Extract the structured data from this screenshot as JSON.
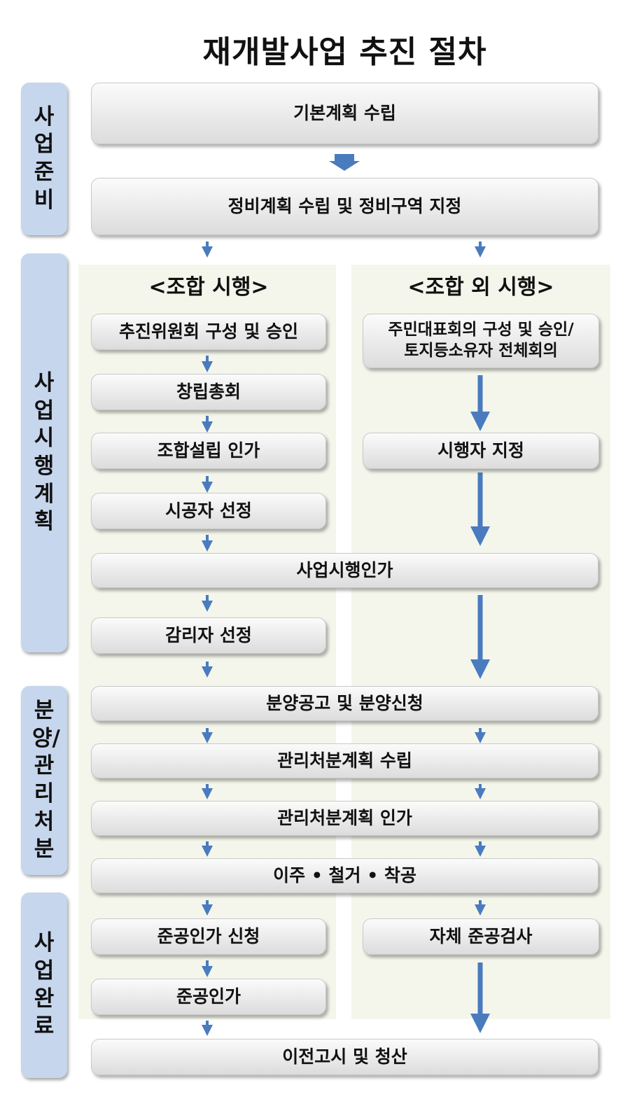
{
  "title": "재개발사업 추진 절차",
  "phases": [
    "사업준비",
    "사업시행계획",
    "분양/관리처분",
    "사업완료"
  ],
  "columns": {
    "left": "<조합 시행>",
    "right": "<조합 외 시행>"
  },
  "steps": {
    "basic_plan": "기본계획 수립",
    "zone_designation": "정비계획 수립 및 정비구역 지정",
    "committee": "추진위원회 구성 및 승인",
    "residents_meeting": "주민대표회의 구성 및 승인/\n토지등소유자 전체회의",
    "founding_meeting": "창립총회",
    "union_approval": "조합설립 인가",
    "operator_designation": "시행자 지정",
    "contractor_selection": "시공자 선정",
    "implementation_approval": "사업시행인가",
    "supervisor_selection": "감리자 선정",
    "sale_notice": "분양공고 및 분양신청",
    "disposal_plan": "관리처분계획 수립",
    "disposal_approval": "관리처분계획 인가",
    "relocation": "이주 • 철거 • 착공",
    "completion_request": "준공인가 신청",
    "self_inspection": "자체 준공검사",
    "completion_approval": "준공인가",
    "transfer_notice": "이전고시 및 청산"
  },
  "colors": {
    "arrow": "#4a7bbf",
    "phase_bg": "#c6d6ec",
    "lane_bg": "#f4f6ec"
  }
}
